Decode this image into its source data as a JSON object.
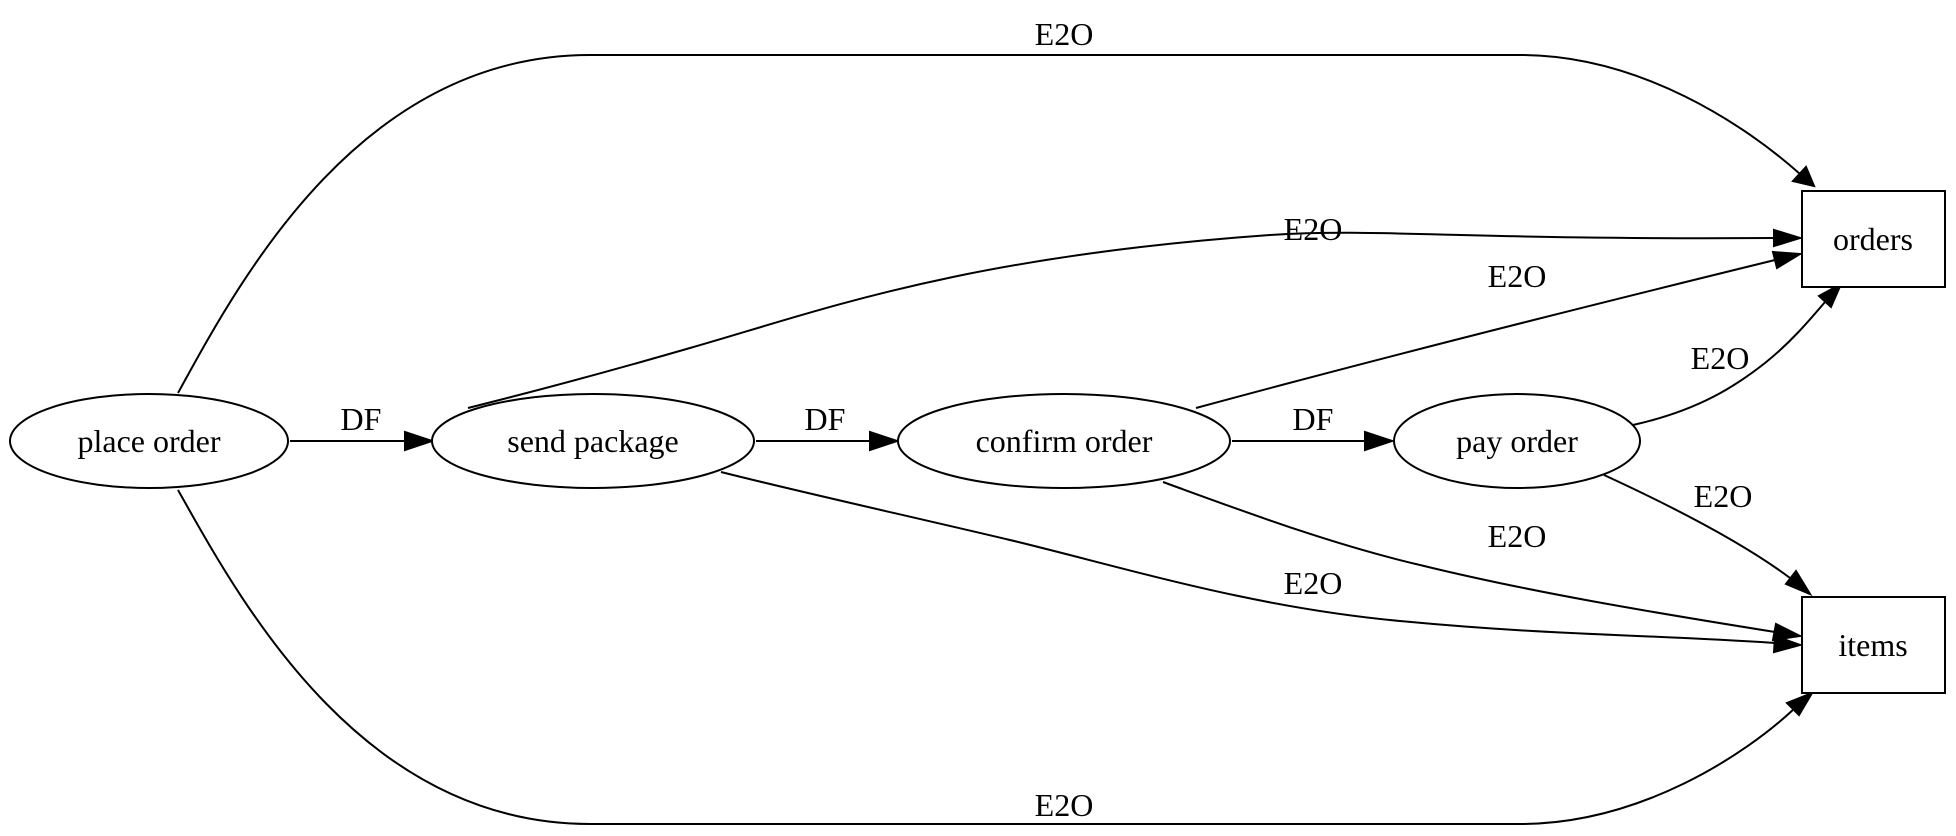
{
  "nodes": {
    "place_order": "place order",
    "send_package": "send package",
    "confirm_order": "confirm order",
    "pay_order": "pay order",
    "orders": "orders",
    "items": "items"
  },
  "edges": {
    "place_send": "DF",
    "send_confirm": "DF",
    "confirm_pay": "DF",
    "place_orders": "E2O",
    "send_orders": "E2O",
    "confirm_orders": "E2O",
    "pay_orders": "E2O",
    "pay_items": "E2O",
    "confirm_items": "E2O",
    "send_items": "E2O",
    "place_items": "E2O"
  }
}
